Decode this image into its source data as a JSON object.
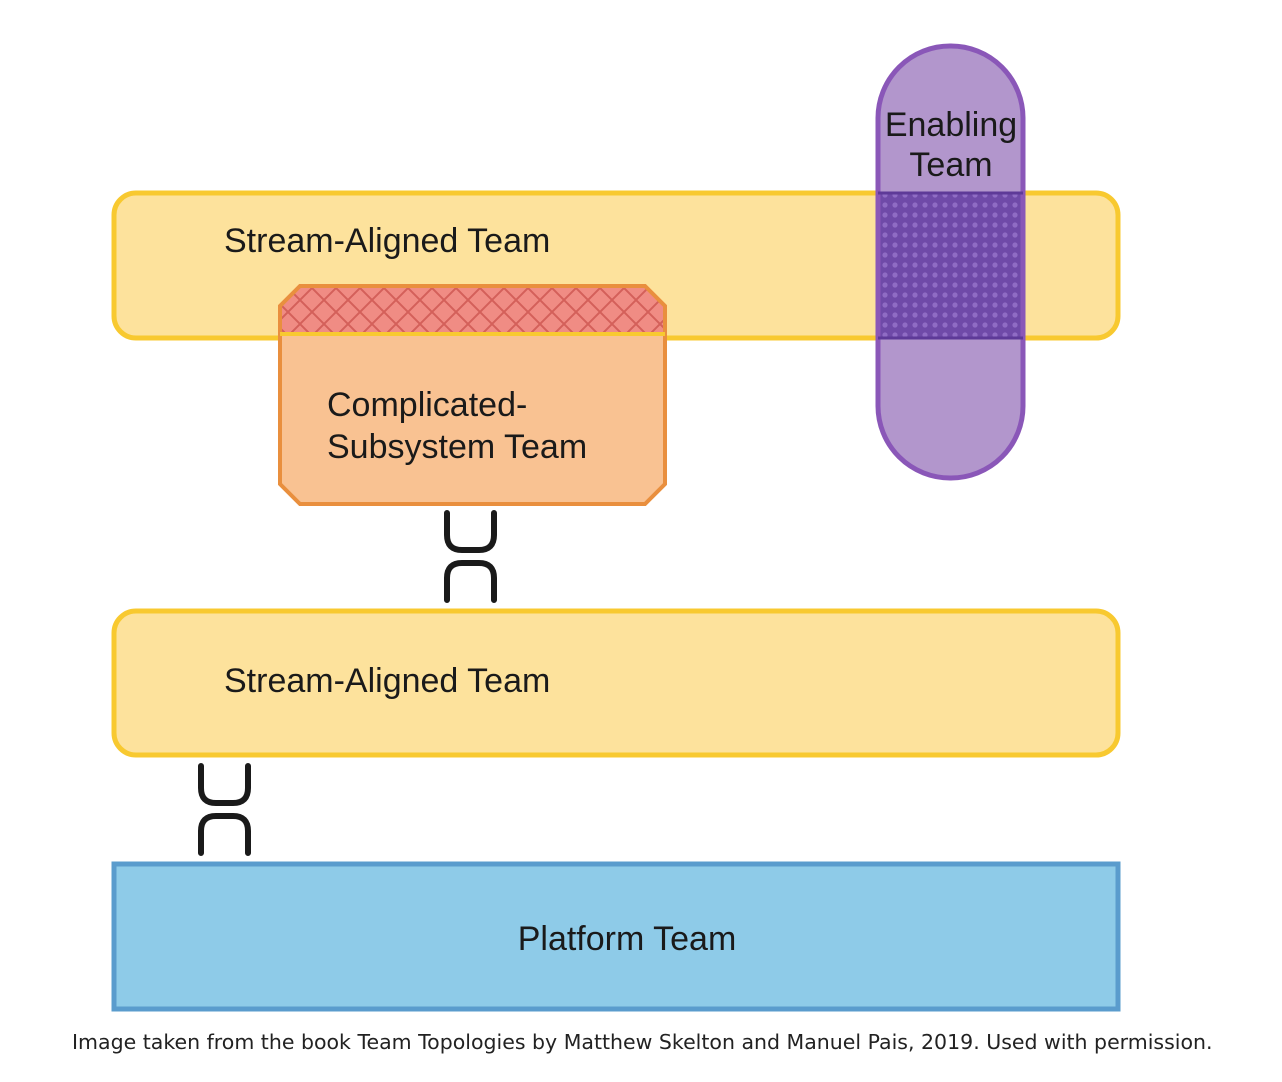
{
  "teams": {
    "stream_aligned_top": "Stream-Aligned Team",
    "complicated_subsystem_line1": "Complicated-",
    "complicated_subsystem_line2": "Subsystem Team",
    "enabling_line1": "Enabling",
    "enabling_line2": "Team",
    "stream_aligned_bottom": "Stream-Aligned Team",
    "platform": "Platform Team"
  },
  "caption": "Image taken from the book Team Topologies by Matthew Skelton and Manuel Pais, 2019. Used with permission.",
  "colors": {
    "stream_aligned_fill": "#fde29c",
    "stream_aligned_border": "#f8c930",
    "complicated_fill": "#f9c292",
    "complicated_border": "#e98f3e",
    "complicated_overlap": "#f08c84",
    "enabling_fill": "#b296cc",
    "enabling_border": "#8a57b8",
    "enabling_overlap": "#6f4aa8",
    "platform_fill": "#8ecbe8",
    "platform_border": "#5a9ccd",
    "connector": "#1a1a1a"
  }
}
